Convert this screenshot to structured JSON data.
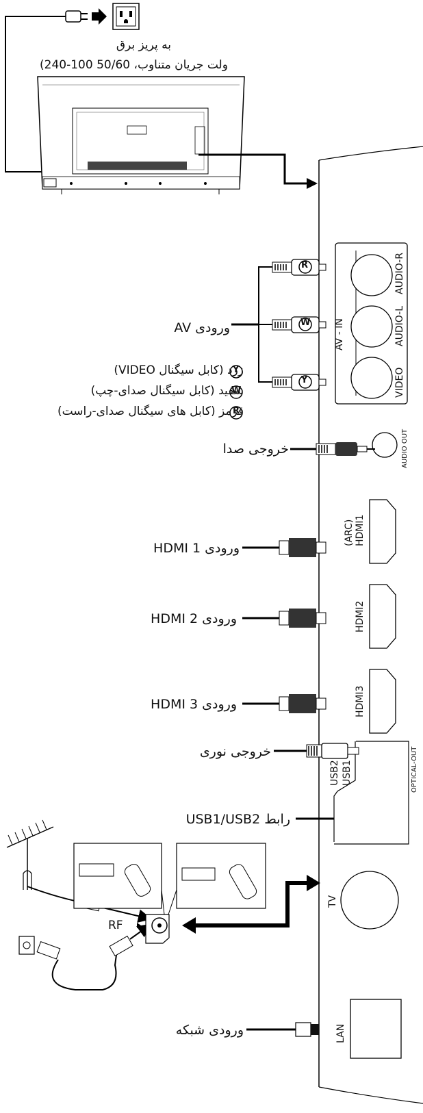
{
  "power": {
    "outlet_label": "به پریز برق",
    "voltage_label": "(240-100 ولت جریان متناوب، 50/60"
  },
  "av": {
    "input_label": "ورودی AV",
    "legend": [
      {
        "letter": "Y",
        "text": "زرد (کابل سیگنال VIDEO)"
      },
      {
        "letter": "W",
        "text": "سفید (کابل سیگنال صدای-چپ)"
      },
      {
        "letter": "R",
        "text": "قرمز (کابل های سیگنال صدای-راست)"
      }
    ],
    "plug_letters": [
      "R",
      "W",
      "Y"
    ],
    "panel_labels": {
      "av_in": "AV - IN",
      "audio_r": "AUDIO-R",
      "audio_l": "AUDIO-L",
      "video": "VIDEO"
    }
  },
  "audio_out": {
    "label": "خروجی صدا",
    "port_label": "AUDIO OUT"
  },
  "hdmi": [
    {
      "label": "ورودی HDMI 1",
      "port_label": "HDMI1",
      "port_sub": "(ARC)"
    },
    {
      "label": "ورودی HDMI 2",
      "port_label": "HDMI2"
    },
    {
      "label": "ورودی HDMI 3",
      "port_label": "HDMI3"
    }
  ],
  "optical": {
    "label": "خروجی نوری",
    "port_label": "OPTICAL-OUT"
  },
  "usb": {
    "label": "رابط USB1/USB2",
    "port1": "USB1",
    "port2": "USB2"
  },
  "tv": {
    "port_label": "TV",
    "rf_label": "RF"
  },
  "lan": {
    "label": "ورودی شبکه",
    "port_label": "LAN"
  }
}
